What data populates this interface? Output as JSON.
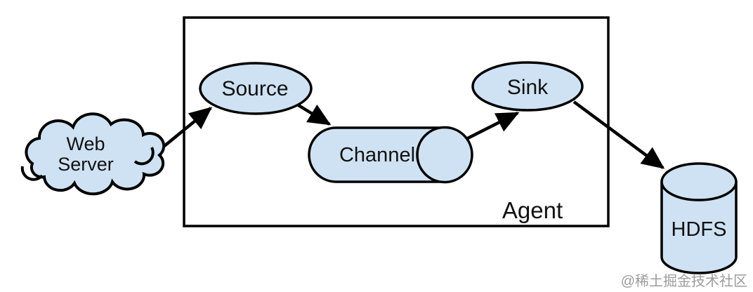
{
  "diagram": {
    "type": "flow-architecture",
    "colors": {
      "node_fill": "#cfe2f3",
      "stroke": "#000000",
      "background": "#ffffff",
      "watermark": "#9c9c9c"
    },
    "container": {
      "label": "Agent",
      "shape": "rectangle",
      "contains": [
        "Source",
        "Channel",
        "Sink"
      ]
    },
    "nodes": {
      "web_server": {
        "label_line1": "Web",
        "label_line2": "Server",
        "shape": "cloud"
      },
      "source": {
        "label": "Source",
        "shape": "ellipse"
      },
      "channel": {
        "label": "Channel",
        "shape": "horizontal-cylinder"
      },
      "sink": {
        "label": "Sink",
        "shape": "ellipse"
      },
      "hdfs": {
        "label": "HDFS",
        "shape": "vertical-cylinder"
      }
    },
    "edges": [
      {
        "from": "Web Server",
        "to": "Source"
      },
      {
        "from": "Source",
        "to": "Channel"
      },
      {
        "from": "Channel",
        "to": "Sink"
      },
      {
        "from": "Sink",
        "to": "HDFS"
      }
    ],
    "watermark": {
      "text": "@稀土掘金技术社区"
    }
  }
}
